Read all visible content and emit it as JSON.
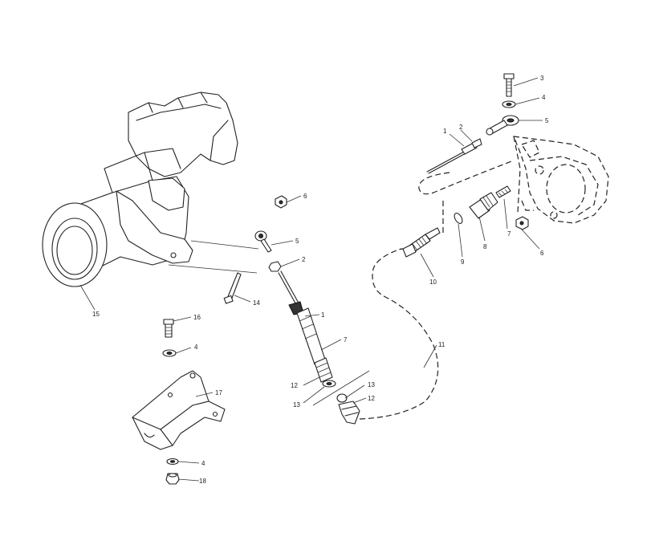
{
  "callouts": [
    {
      "id": "c1",
      "text": "1"
    },
    {
      "id": "c2",
      "text": "2"
    },
    {
      "id": "c3",
      "text": "3"
    },
    {
      "id": "c4",
      "text": "4"
    },
    {
      "id": "c5",
      "text": "5"
    },
    {
      "id": "c6",
      "text": "6"
    },
    {
      "id": "c7",
      "text": "7"
    },
    {
      "id": "c8",
      "text": "8"
    },
    {
      "id": "c9",
      "text": "9"
    },
    {
      "id": "c10",
      "text": "10"
    },
    {
      "id": "c11",
      "text": "11"
    },
    {
      "id": "c12",
      "text": "12"
    },
    {
      "id": "c13",
      "text": "13"
    },
    {
      "id": "c14",
      "text": "14"
    },
    {
      "id": "c15",
      "text": "15"
    },
    {
      "id": "c16",
      "text": "16"
    },
    {
      "id": "c17",
      "text": "17"
    },
    {
      "id": "c18",
      "text": "18"
    },
    {
      "id": "c19",
      "text": "1"
    },
    {
      "id": "c20",
      "text": "2"
    },
    {
      "id": "c21",
      "text": "4"
    },
    {
      "id": "c22",
      "text": "4"
    },
    {
      "id": "c23",
      "text": "5"
    },
    {
      "id": "c24",
      "text": "6"
    },
    {
      "id": "c25",
      "text": "7"
    },
    {
      "id": "c26",
      "text": "12"
    },
    {
      "id": "c27",
      "text": "13"
    }
  ]
}
